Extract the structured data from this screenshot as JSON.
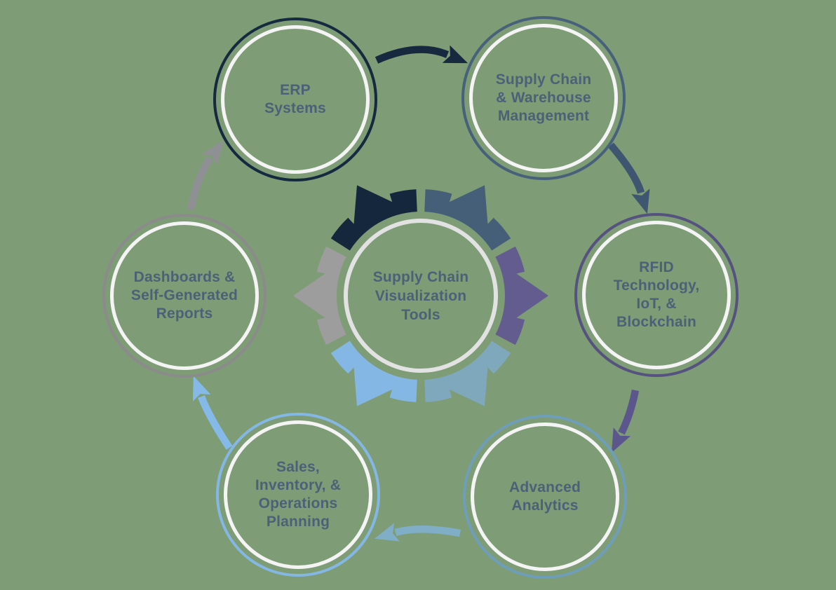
{
  "background_color": "#7E9C76",
  "colors": {
    "text": "#4C6178",
    "inner_ring": "#F4F4F4",
    "center_ring": "#E2E2E2"
  },
  "center": {
    "label": "Supply Chain\nVisualization\nTools"
  },
  "nodes": [
    {
      "id": "erp-systems",
      "label": "ERP\nSystems",
      "ring_color": "#15293F"
    },
    {
      "id": "supply-chain-warehouse",
      "label": "Supply Chain\n& Warehouse\nManagement",
      "ring_color": "#47617B"
    },
    {
      "id": "rfid-iot-blockchain",
      "label": "RFID\nTechnology,\nIoT, &\nBlockchain",
      "ring_color": "#565280"
    },
    {
      "id": "advanced-analytics",
      "label": "Advanced\nAnalytics",
      "ring_color": "#6E9EBA"
    },
    {
      "id": "sales-inventory-operations",
      "label": "Sales,\nInventory, &\nOperations\nPlanning",
      "ring_color": "#84B7E3"
    },
    {
      "id": "dashboards-reports",
      "label": "Dashboards &\nSelf-Generated\nReports",
      "ring_color": "#8B8B8B"
    }
  ],
  "segments": [
    {
      "points_to": "erp-systems",
      "color": "#14273C"
    },
    {
      "points_to": "supply-chain-warehouse",
      "color": "#465F78"
    },
    {
      "points_to": "rfid-iot-blockchain",
      "color": "#635D8F"
    },
    {
      "points_to": "advanced-analytics",
      "color": "#7FA8BC"
    },
    {
      "points_to": "sales-inventory-operations",
      "color": "#84B7E3"
    },
    {
      "points_to": "dashboards-reports",
      "color": "#9D9D9E"
    }
  ],
  "arrows": [
    {
      "from": "erp-systems",
      "to": "supply-chain-warehouse",
      "color": "#16293F"
    },
    {
      "from": "supply-chain-warehouse",
      "to": "rfid-iot-blockchain",
      "color": "#3E5670"
    },
    {
      "from": "rfid-iot-blockchain",
      "to": "advanced-analytics",
      "color": "#5B578C"
    },
    {
      "from": "advanced-analytics",
      "to": "sales-inventory-operations",
      "color": "#7FAEC6"
    },
    {
      "from": "sales-inventory-operations",
      "to": "dashboards-reports",
      "color": "#85BAE8"
    },
    {
      "from": "dashboards-reports",
      "to": "erp-systems",
      "color": "#8F9093"
    }
  ]
}
